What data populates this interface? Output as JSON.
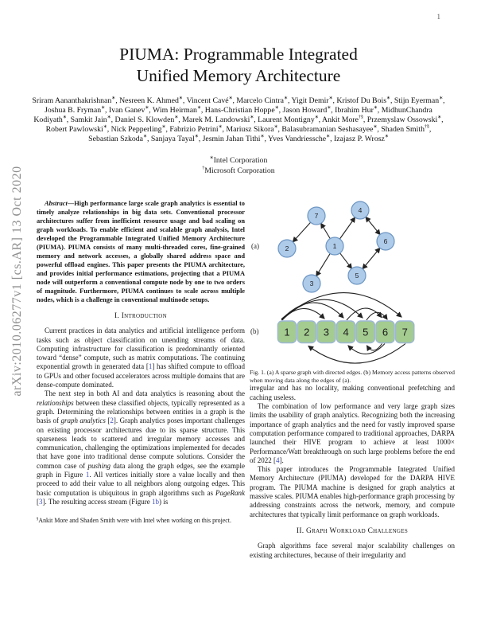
{
  "page": {
    "number": "1"
  },
  "watermark": {
    "text": "arXiv:2010.06277v1  [cs.AR]  13 Oct 2020"
  },
  "title": {
    "line1": "PIUMA: Programmable Integrated",
    "line2": "Unified Memory Architecture"
  },
  "authors": {
    "segments": [
      {
        "t": "Sriram Aananthakrishnan"
      },
      {
        "t": "∗",
        "s": "sup"
      },
      {
        "t": ", Nesreen K. Ahmed"
      },
      {
        "t": "∗",
        "s": "sup"
      },
      {
        "t": ", Vincent Cavé"
      },
      {
        "t": "∗",
        "s": "sup"
      },
      {
        "t": ", Marcelo Cintra"
      },
      {
        "t": "∗",
        "s": "sup"
      },
      {
        "t": ", Yigit Demir"
      },
      {
        "t": "∗",
        "s": "sup"
      },
      {
        "t": ", Kristof Du Bois"
      },
      {
        "t": "∗",
        "s": "sup"
      },
      {
        "t": ", Stijn Eyerman"
      },
      {
        "t": "∗",
        "s": "sup"
      },
      {
        "t": ", Joshua B. Fryman"
      },
      {
        "t": "∗",
        "s": "sup"
      },
      {
        "t": ", Ivan Ganev"
      },
      {
        "t": "∗",
        "s": "sup"
      },
      {
        "t": ", Wim Heirman"
      },
      {
        "t": "∗",
        "s": "sup"
      },
      {
        "t": ", Hans-Christian Hoppe"
      },
      {
        "t": "∗",
        "s": "sup"
      },
      {
        "t": ", Jason Howard"
      },
      {
        "t": "∗",
        "s": "sup"
      },
      {
        "t": ", Ibrahim Hur"
      },
      {
        "t": "∗",
        "s": "sup"
      },
      {
        "t": ", MidhunChandra Kodiyath"
      },
      {
        "t": "∗",
        "s": "sup"
      },
      {
        "t": ", Samkit Jain"
      },
      {
        "t": "∗",
        "s": "sup"
      },
      {
        "t": ", Daniel S. Klowden"
      },
      {
        "t": "∗",
        "s": "sup"
      },
      {
        "t": ", Marek M. Landowski"
      },
      {
        "t": "∗",
        "s": "sup"
      },
      {
        "t": ", Laurent Montigny"
      },
      {
        "t": "∗",
        "s": "sup"
      },
      {
        "t": ", Ankit More"
      },
      {
        "t": "†§",
        "s": "sup"
      },
      {
        "t": ", Przemyslaw Ossowski"
      },
      {
        "t": "∗",
        "s": "sup"
      },
      {
        "t": ", Robert Pawlowski"
      },
      {
        "t": "∗",
        "s": "sup"
      },
      {
        "t": ", Nick Pepperling"
      },
      {
        "t": "∗",
        "s": "sup"
      },
      {
        "t": ", Fabrizio Petrini"
      },
      {
        "t": "∗",
        "s": "sup"
      },
      {
        "t": ", Mariusz Sikora"
      },
      {
        "t": "∗",
        "s": "sup"
      },
      {
        "t": ", Balasubramanian Seshasayee"
      },
      {
        "t": "∗",
        "s": "sup"
      },
      {
        "t": ", Shaden Smith"
      },
      {
        "t": "†§",
        "s": "sup"
      },
      {
        "t": ", Sebastian Szkoda"
      },
      {
        "t": "∗",
        "s": "sup"
      },
      {
        "t": ", Sanjaya Tayal"
      },
      {
        "t": "∗",
        "s": "sup"
      },
      {
        "t": ", Jesmin Jahan Tithi"
      },
      {
        "t": "∗",
        "s": "sup"
      },
      {
        "t": ", Yves Vandriessche"
      },
      {
        "t": "∗",
        "s": "sup"
      },
      {
        "t": ", Izajasz P. Wrosz"
      },
      {
        "t": "∗",
        "s": "sup"
      }
    ]
  },
  "affiliations": {
    "intel": {
      "segments": [
        {
          "t": "∗",
          "s": "sup"
        },
        {
          "t": "Intel Corporation"
        }
      ]
    },
    "microsoft": {
      "segments": [
        {
          "t": "†",
          "s": "sup"
        },
        {
          "t": "Microsoft Corporation"
        }
      ]
    }
  },
  "abstract": {
    "segments": [
      {
        "t": "Abstract",
        "s": "bi"
      },
      {
        "t": "—High performance large scale graph analytics is essential to timely analyze relationships in big data sets. Conventional processor architectures suffer from inefficient resource usage and bad scaling on graph workloads. To enable efficient and scalable graph analysis, Intel developed the Programmable Integrated Unified Memory Architecture (PIUMA). PIUMA consists of many multi-threaded cores, fine-grained memory and network accesses, a globally shared address space and powerful offload engines. This paper presents the PIUMA architecture, and provides initial performance estimations, projecting that a PIUMA node will outperform a conventional compute node by one to two orders of magnitude. Furthermore, PIUMA continues to scale across multiple nodes, which is a challenge in conventional multinode setups."
      }
    ]
  },
  "sections": {
    "intro_heading": "I. Introduction",
    "challenges_heading": "II. Graph Workload Challenges"
  },
  "intro": {
    "p1": {
      "segments": [
        {
          "t": "Current practices in data analytics and artificial intelligence perform tasks such as object classification on unending streams of data. Computing infrastructure for classification is predominantly oriented toward “dense” compute, such as matrix computations. The continuing exponential growth in generated data ["
        },
        {
          "t": "1",
          "s": "ref"
        },
        {
          "t": "] has shifted compute to offload to GPUs and other focused accelerators across multiple domains that are dense-compute dominated."
        }
      ]
    },
    "p2": {
      "segments": [
        {
          "t": "The next step in both AI and data analytics is reasoning about the "
        },
        {
          "t": "relationships",
          "s": "i"
        },
        {
          "t": " between these classified objects, typically represented as a graph. Determining the relationships between entities in a graph is the basis of "
        },
        {
          "t": "graph analytics",
          "s": "i"
        },
        {
          "t": " ["
        },
        {
          "t": "2",
          "s": "ref"
        },
        {
          "t": "]. Graph analytics poses important challenges on existing processor architectures due to its sparse structure. This sparseness leads to scattered and irregular memory accesses and communication, challenging the optimizations implemented for decades that have gone into traditional dense compute solutions. Consider the common case of "
        },
        {
          "t": "pushing",
          "s": "i"
        },
        {
          "t": " data along the graph edges, see the example graph in Figure "
        },
        {
          "t": "1",
          "s": "ref"
        },
        {
          "t": ". All vertices initially store a value locally and then proceed to add their value to all neighbors along outgoing edges. This basic computation is ubiquitous in graph algorithms such as "
        },
        {
          "t": "PageRank",
          "s": "i"
        },
        {
          "t": " ["
        },
        {
          "t": "3",
          "s": "ref"
        },
        {
          "t": "]. The resulting access stream (Figure "
        },
        {
          "t": "1b",
          "s": "ref"
        },
        {
          "t": ") is"
        }
      ]
    },
    "r1": "irregular and has no locality, making conventional prefetching and caching useless.",
    "r2": {
      "segments": [
        {
          "t": "The combination of low performance and very large graph sizes limits the usability of graph analytics. Recognizing both the increasing importance of graph analytics and the need for vastly improved sparse computation performance compared to traditional approaches, DARPA launched their HIVE program to achieve at least 1000× Performance/Watt breakthrough on such large problems before the end of 2022 ["
        },
        {
          "t": "4",
          "s": "ref"
        },
        {
          "t": "]."
        }
      ]
    },
    "r3": "This paper introduces the Programmable Integrated Unified Memory Architecture (PIUMA) developed for the DARPA HIVE program. The PIUMA machine is designed for graph analytics at massive scales. PIUMA enables high-performance graph processing by addressing constraints across the network, memory, and compute architectures that typically limit performance on graph workloads.",
    "r4": "Graph algorithms face several major scalability challenges on existing architectures, because of their irregularity and"
  },
  "footnote": {
    "segments": [
      {
        "t": "§",
        "s": "sup"
      },
      {
        "t": "Ankit More and Shaden Smith were with Intel when working on this project."
      }
    ]
  },
  "figure1": {
    "panel_a_label": "(a)",
    "panel_b_label": "(b)",
    "nodes": [
      "7",
      "4",
      "2",
      "1",
      "6",
      "3",
      "5"
    ],
    "graph_edges": [
      "1→7",
      "7→2",
      "1→3",
      "1→4",
      "1→5",
      "4↔6",
      "5↔6"
    ],
    "boxes": [
      "1",
      "2",
      "3",
      "4",
      "5",
      "6",
      "7"
    ],
    "top_arcs": [
      "1→3",
      "1→4",
      "1→5",
      "1→7",
      "4→6",
      "5→6"
    ],
    "bottom_arcs": [
      "6→4",
      "6→5",
      "7→2"
    ],
    "node_fill": "#aecbea",
    "node_stroke": "#6d96c3",
    "box_fill": "#a4cc90",
    "box_stroke": "#9db7d5",
    "caption": "Fig. 1.   (a) A sparse graph with directed edges. (b) Memory access patterns observed when moving data along the edges of (a)."
  }
}
